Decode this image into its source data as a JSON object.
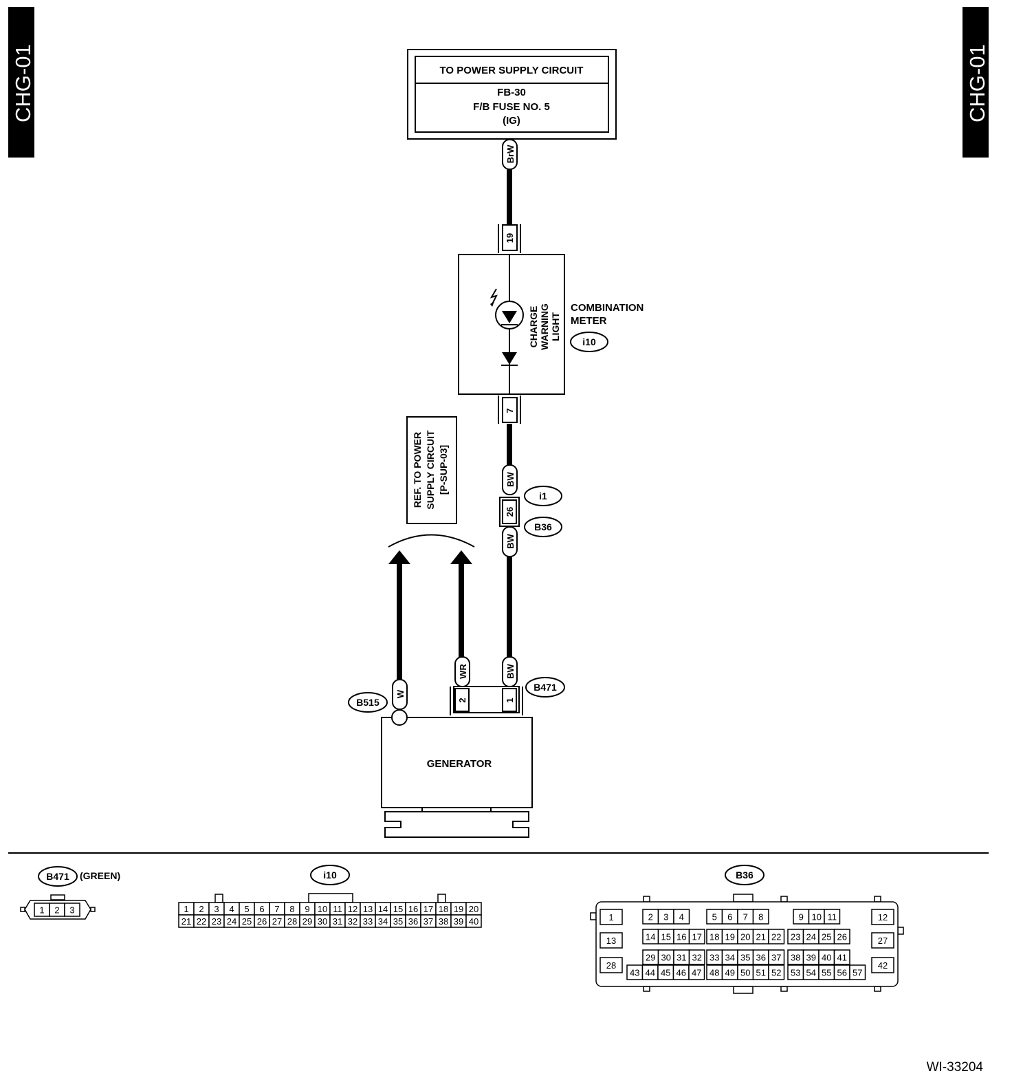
{
  "side_tabs": {
    "left": "CHG-01",
    "right": "CHG-01"
  },
  "power_supply": {
    "header": "TO POWER SUPPLY CIRCUIT",
    "line1": "FB-30",
    "line2": "F/B FUSE NO. 5",
    "line3": "(IG)"
  },
  "wires": {
    "top": "BrW",
    "meter_out": "BW",
    "b36_out": "BW",
    "gen_pin1": "BW",
    "gen_pin2": "WR",
    "gen_w": "W"
  },
  "pins": {
    "meter_in": "19",
    "meter_out": "7",
    "junction": "26",
    "gen1": "1",
    "gen2": "2"
  },
  "combination_meter": {
    "label_line1": "COMBINATION",
    "label_line2": "METER",
    "connector": "i10",
    "light_line1": "CHARGE",
    "light_line2": "WARNING",
    "light_line3": "LIGHT"
  },
  "connectors": {
    "i1": "i1",
    "b36": "B36",
    "b471": "B471",
    "b515": "B515"
  },
  "ref_box": {
    "line1": "REF. TO POWER",
    "line2": "SUPPLY CIRCUIT",
    "line3": "[P-SUP-03]"
  },
  "generator": {
    "label": "GENERATOR"
  },
  "legend": {
    "b471": {
      "name": "B471",
      "color": "(GREEN)",
      "pins": [
        "1",
        "2",
        "3"
      ]
    },
    "i10": {
      "name": "i10",
      "row1": [
        "1",
        "2",
        "3",
        "4",
        "5",
        "6",
        "7",
        "8",
        "9",
        "10",
        "11",
        "12",
        "13",
        "14",
        "15",
        "16",
        "17",
        "18",
        "19",
        "20"
      ],
      "row2": [
        "21",
        "22",
        "23",
        "24",
        "25",
        "26",
        "27",
        "28",
        "29",
        "30",
        "31",
        "32",
        "33",
        "34",
        "35",
        "36",
        "37",
        "38",
        "39",
        "40"
      ]
    },
    "b36": {
      "name": "B36",
      "col_left": [
        "1",
        "13",
        "28"
      ],
      "col_right": [
        "12",
        "27",
        "42"
      ],
      "row1": [
        [
          "2",
          "3",
          "4"
        ],
        [
          "5",
          "6",
          "7",
          "8"
        ],
        [
          "9",
          "10",
          "11"
        ]
      ],
      "row2": [
        [
          "14",
          "15",
          "16",
          "17"
        ],
        [
          "18",
          "19",
          "20",
          "21",
          "22"
        ],
        [
          "23",
          "24",
          "25",
          "26"
        ]
      ],
      "row3": [
        [
          "29",
          "30",
          "31",
          "32"
        ],
        [
          "33",
          "34",
          "35",
          "36",
          "37"
        ],
        [
          "38",
          "39",
          "40",
          "41"
        ]
      ],
      "row4": [
        [
          "43",
          "44",
          "45",
          "46",
          "47"
        ],
        [
          "48",
          "49",
          "50",
          "51",
          "52"
        ],
        [
          "53",
          "54",
          "55",
          "56",
          "57"
        ]
      ]
    }
  },
  "figure_id": "WI-33204"
}
